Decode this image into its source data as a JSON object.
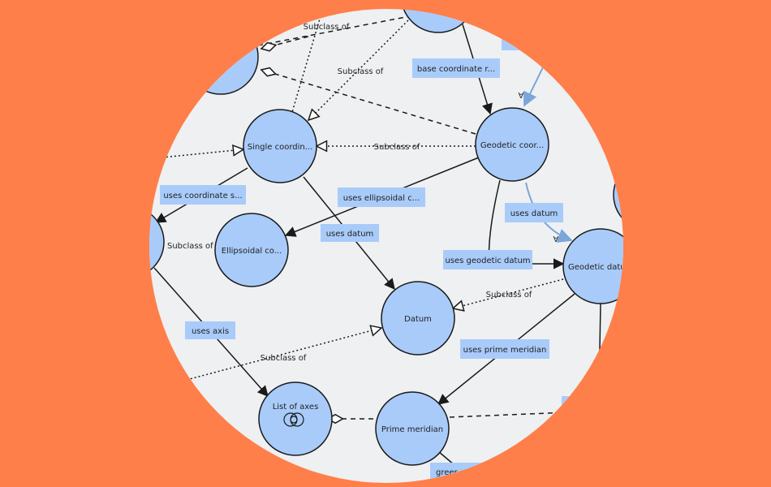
{
  "colors": {
    "background": "#FF7F4A",
    "canvas": "#EEF0F2",
    "node_fill": "#A9CBFA",
    "node_stroke": "#1a1a1a",
    "edge": "#1a1a1a",
    "highlight_edge": "#7AA6DA",
    "label_tag": "#A9CBFA"
  },
  "nodes": {
    "single_coordinate": "Single coordin...",
    "geodetic_coordinate": "Geodetic coor...",
    "ellipsoidal_coordinate": "Ellipsoidal co...",
    "datum": "Datum",
    "geodetic_datum": "Geodetic datu",
    "list_of_axes": "List of axes",
    "prime_meridian": "Prime meridian"
  },
  "edge_tags": {
    "base_coordinate": "base coordinate r...",
    "uses_coordinate_s": "uses coordinate s...",
    "uses_ellipsoidal": "uses ellipsoidal c...",
    "uses_datum_left": "uses datum",
    "uses_datum_right": "uses datum",
    "uses_geodetic_datum": "uses geodetic datum",
    "uses_axis": "uses axis",
    "uses_prime_meridian": "uses prime meridian",
    "bottom_partial": "greer"
  },
  "edge_text": {
    "subclass_top": "Subclass of",
    "subclass_top2": "Subclass of",
    "subclass_mid": "Subclass of",
    "subclass_left": "Subclass of",
    "subclass_datum": "Subclass of",
    "subclass_bottom": "Subclass of",
    "arrow_a1": "A",
    "arrow_a2": "A"
  }
}
